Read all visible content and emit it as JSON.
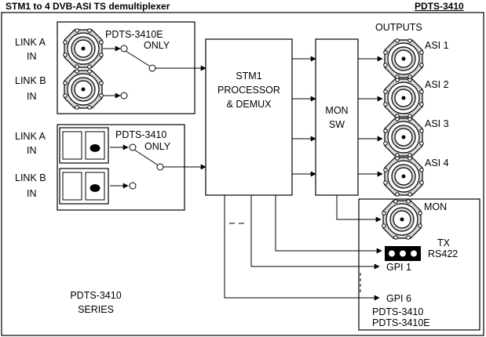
{
  "header": {
    "title": "STM1 to 4 DVB-ASI TS demultiplexer",
    "model": "PDTS-3410"
  },
  "inputs_bnc": {
    "variant": "PDTS-3410E",
    "variant_note": "ONLY",
    "link_a": [
      "LINK A",
      "IN"
    ],
    "link_b": [
      "LINK B",
      "IN"
    ]
  },
  "inputs_optical": {
    "variant": "PDTS-3410",
    "variant_note": "ONLY",
    "link_a": [
      "LINK A",
      "IN"
    ],
    "link_b": [
      "LINK B",
      "IN"
    ]
  },
  "processor": {
    "lines": [
      "STM1",
      "PROCESSOR",
      "& DEMUX"
    ]
  },
  "monitor_switch": {
    "lines": [
      "MON",
      "SW"
    ]
  },
  "outputs": {
    "heading": "OUTPUTS",
    "asi": [
      "ASI 1",
      "ASI 2",
      "ASI 3",
      "ASI 4"
    ]
  },
  "monitor_panel": {
    "mon_label": "MON",
    "tx_label": "TX",
    "rs422_label": "RS422",
    "gpi1_label": "GPI 1",
    "gpi6_label": "GPI 6",
    "models": [
      "PDTS-3410",
      "PDTS-3410E"
    ]
  },
  "footer": {
    "series": [
      "PDTS-3410",
      "SERIES"
    ]
  },
  "colors": {
    "line": "#000000",
    "background": "#ffffff",
    "connector_fill": "#d9d9d9"
  }
}
